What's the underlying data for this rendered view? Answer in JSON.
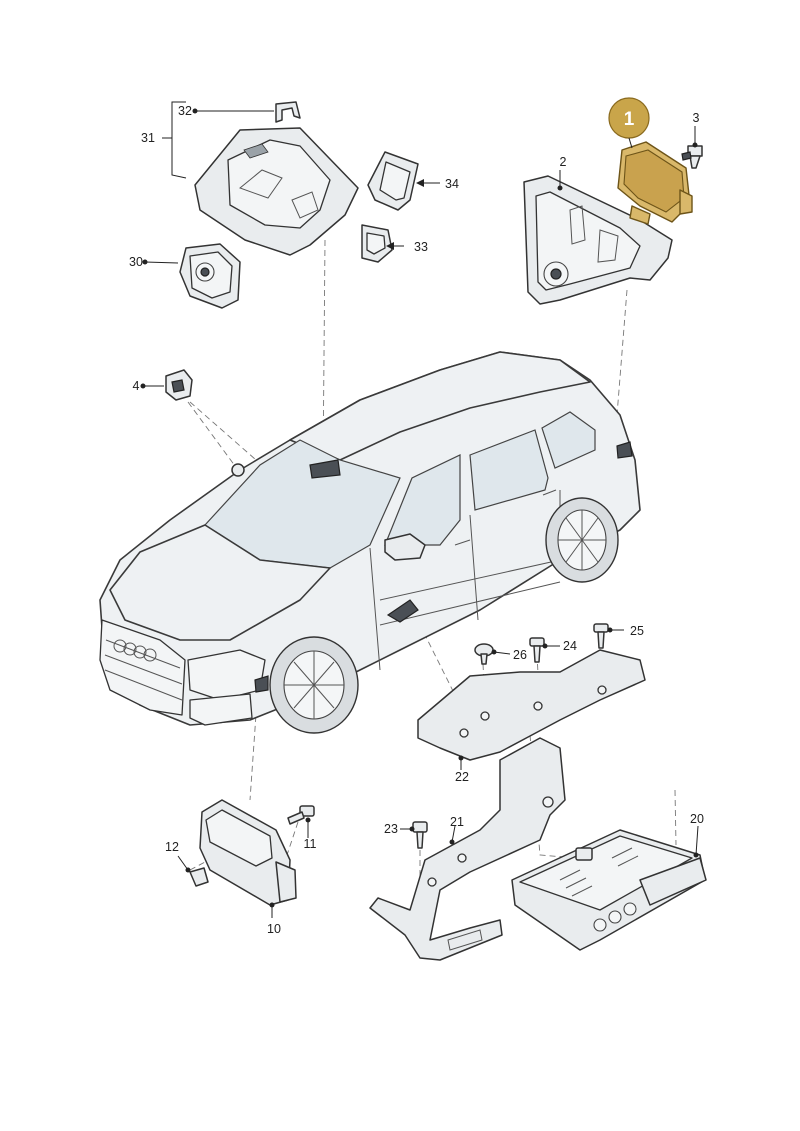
{
  "diagram": {
    "highlighted_part": "1",
    "callouts": [
      {
        "id": "c1",
        "label": "1"
      },
      {
        "id": "c2",
        "label": "2"
      },
      {
        "id": "c3",
        "label": "3"
      },
      {
        "id": "c4",
        "label": "4"
      },
      {
        "id": "c10",
        "label": "10"
      },
      {
        "id": "c11",
        "label": "11"
      },
      {
        "id": "c12",
        "label": "12"
      },
      {
        "id": "c20",
        "label": "20"
      },
      {
        "id": "c21",
        "label": "21"
      },
      {
        "id": "c22",
        "label": "22"
      },
      {
        "id": "c23",
        "label": "23"
      },
      {
        "id": "c24",
        "label": "24"
      },
      {
        "id": "c25",
        "label": "25"
      },
      {
        "id": "c26",
        "label": "26"
      },
      {
        "id": "c30",
        "label": "30"
      },
      {
        "id": "c31",
        "label": "31"
      },
      {
        "id": "c32",
        "label": "32"
      },
      {
        "id": "c33",
        "label": "33"
      },
      {
        "id": "c34",
        "label": "34"
      }
    ],
    "colors": {
      "highlight": "#c9a54a",
      "outline": "#333333",
      "part_fill": "#e9ecee",
      "background": "#ffffff"
    }
  }
}
